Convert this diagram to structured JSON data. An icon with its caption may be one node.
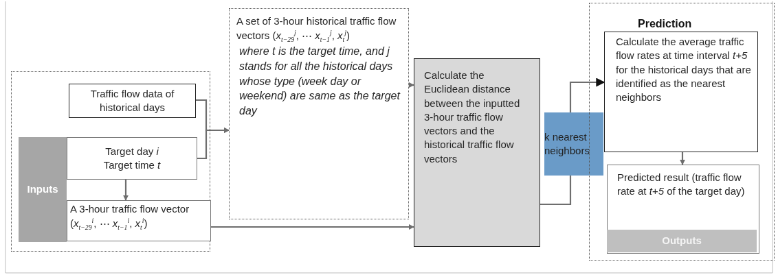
{
  "diagram": {
    "nodes": [
      {
        "text": [],
        "shape": "box"
      },
      {
        "text": [
          "Inputs"
        ],
        "in": 0
      },
      {
        "text": [
          "Traffic flow data of historical days"
        ],
        "in": 0
      },
      {
        "text": [
          "Target day *i* Target time *t*"
        ],
        "in": 0
      },
      {
        "text": [
          "A 3-hour traffic flow vector (*x*$_{t−29}$$^{i}$, ⋯ *x*$_{t−1}$$^{i}$, *x*$_{t}$$^{i}$)"
        ],
        "in": 0
      },
      {
        "text": [
          "A set of 3-hour historical traffic flow vectors (*x*$_{t−29}$$^{j}$, ⋯ *x*$_{t−1}$$^{j}$, *x*$_{t}$$^{j}$)",
          "where t is the target time, and j stands for all the historical days whose type (week day or weekend) are same as the target day"
        ]
      },
      {
        "text": [
          "Calculate the Euclidean distance between the inputted 3-hour traffic flow vectors and the historical traffic flow vectors"
        ]
      },
      {
        "text": [
          "k nearest neighbors"
        ]
      },
      {
        "text": [
          "Prediction"
        ]
      },
      {
        "text": [
          "Calculate the average traffic flow rates at time interval *t+5*  for the historical days that are identified as the nearest neighbors"
        ],
        "in": 8
      },
      {
        "text": [
          "Predicted result (traffic flow rate at *t+5* of the target day)"
        ],
        "in": 8
      },
      {
        "text": [
          "Outputs"
        ],
        "in": 10
      }
    ],
    "edges": [
      {
        "from": 2,
        "to": 5,
        "arrow": "to"
      },
      {
        "from": 3,
        "to": 5,
        "arrow": "to"
      },
      {
        "from": 3,
        "to": 4,
        "arrow": "to"
      },
      {
        "from": 4,
        "to": 6,
        "arrow": "to"
      },
      {
        "from": 5,
        "to": 6,
        "arrow": "to"
      },
      {
        "from": 6,
        "to": 7,
        "arrow": "none"
      },
      {
        "from": 7,
        "to": 9,
        "arrow": "to"
      },
      {
        "from": 9,
        "to": 10,
        "arrow": "to"
      }
    ]
  }
}
